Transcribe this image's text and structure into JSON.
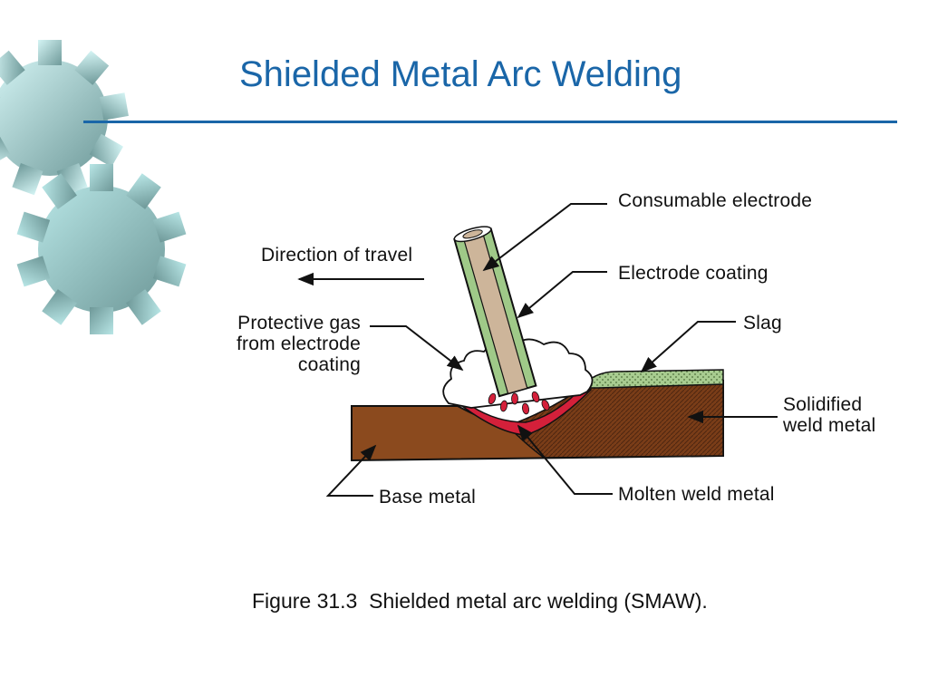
{
  "slide": {
    "title": "Shielded Metal Arc Welding",
    "accent_color": "#1a66a8",
    "decoration_icons": [
      "gear-icon",
      "gear-icon"
    ]
  },
  "figure": {
    "caption": "Figure 31.3  Shielded metal arc welding (SMAW).",
    "labels": {
      "consumable_electrode": "Consumable electrode",
      "direction_of_travel": "Direction of travel",
      "electrode_coating": "Electrode coating",
      "protective_gas_line1": "Protective gas",
      "protective_gas_line2": "from electrode",
      "protective_gas_line3": "coating",
      "slag": "Slag",
      "solidified_line1": "Solidified",
      "solidified_line2": "weld metal",
      "base_metal": "Base metal",
      "molten_weld_metal": "Molten weld metal"
    },
    "colors": {
      "base_metal": "#8b4a1e",
      "weld_metal": "#7a3d18",
      "molten": "#d4203a",
      "slag": "#a8cc90",
      "electrode_core": "#cdb59a",
      "electrode_coating": "#9fc988"
    }
  }
}
